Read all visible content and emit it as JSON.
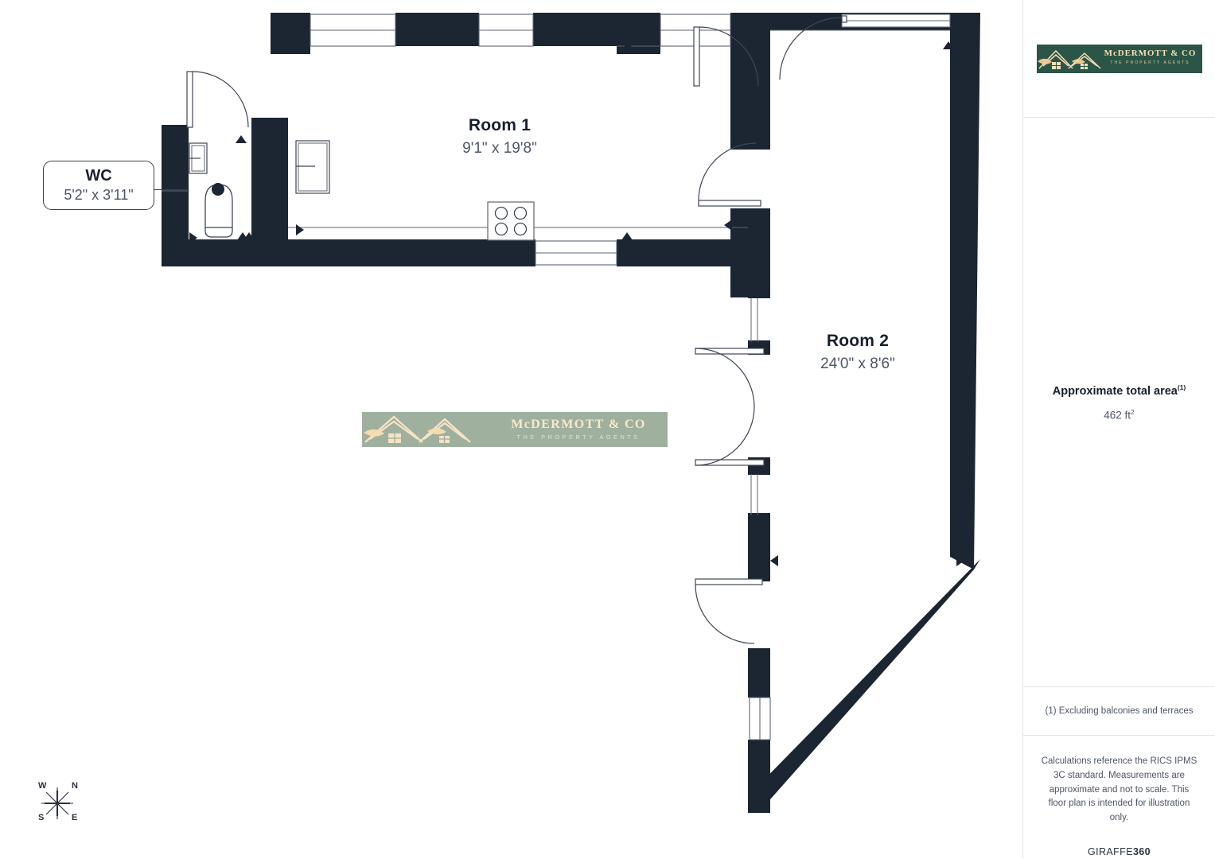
{
  "document": {
    "type": "floor-plan",
    "background_color": "#ffffff",
    "wall_color": "#1c2532",
    "text_color": "#19202c"
  },
  "rooms": [
    {
      "id": "room1",
      "name": "Room 1",
      "dimensions": "9'1\" x 19'8\""
    },
    {
      "id": "room2",
      "name": "Room 2",
      "dimensions": "24'0\" x 8'6\""
    },
    {
      "id": "wc",
      "name": "WC",
      "dimensions": "5'2\" x 3'11\""
    }
  ],
  "compass": {
    "north": "N",
    "west": "W",
    "south": "S",
    "east": "E"
  },
  "watermark": {
    "title": "McDERMOTT & CO",
    "subtitle": "THE PROPERTY AGENTS",
    "background_color": "#9fb09f",
    "text_color": "#fbe8cc"
  },
  "sidebar": {
    "logo": {
      "title": "McDERMOTT & CO",
      "subtitle": "THE PROPERTY AGENTS",
      "background_color": "#2b5546",
      "text_color": "#f6dfb8"
    },
    "area": {
      "title": "Approximate total area",
      "title_footnote": "(1)",
      "value": "462 ft",
      "value_superscript": "2"
    },
    "footnote": "(1) Excluding balconies and terraces",
    "disclaimer": "Calculations reference the RICS IPMS 3C standard. Measurements are approximate and not to scale. This floor plan is intended for illustration only.",
    "brand": {
      "light": "GIRAFFE",
      "bold": "360"
    }
  }
}
